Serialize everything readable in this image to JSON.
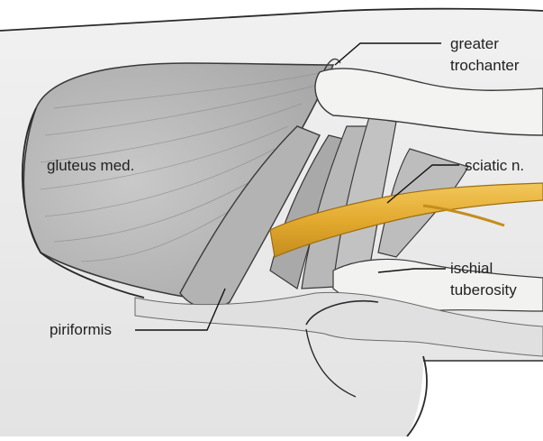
{
  "labels": {
    "greater_trochanter": [
      "greater",
      "trochanter"
    ],
    "gluteus_med": "gluteus med.",
    "sciatic_n": "sciatic n.",
    "ischial_tuberosity": [
      "ischial",
      "tuberosity"
    ],
    "piriformis": "piriformis"
  },
  "colors": {
    "background": "#ffffff",
    "muscle": "#bcbcbc",
    "muscle_dark": "#9a9a9a",
    "skin_shade": "#ececec",
    "bone": "#f3f3f1",
    "nerve": "#e6b23a",
    "nerve_dark": "#b9861c",
    "outline": "#2a2a2a",
    "leader": "#111111"
  }
}
